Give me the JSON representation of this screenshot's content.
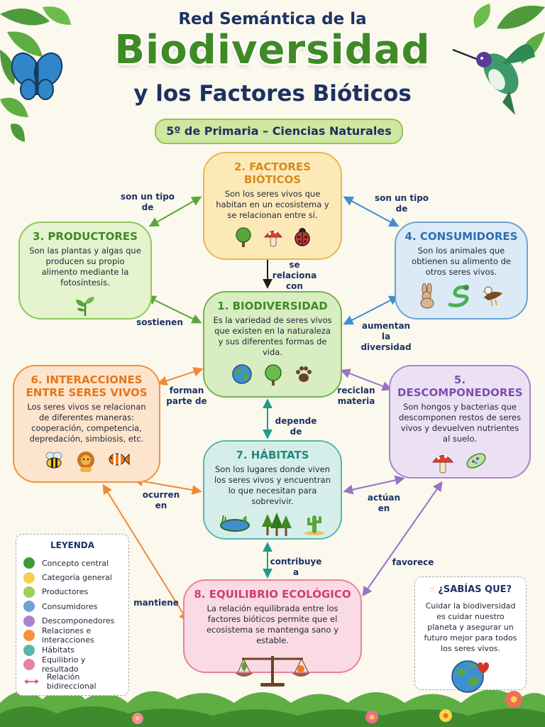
{
  "header": {
    "title_top": "Red Semántica de la",
    "title_main": "Biodiversidad",
    "title_sub": "y los Factores Bióticos",
    "grade": "5º de Primaria – Ciencias Naturales"
  },
  "nodes": {
    "factores": {
      "title": "2. FACTORES BIÓTICOS",
      "text": "Son los seres vivos que habitan en un ecosistema y se relacionan entre sí.",
      "icons": [
        "tree-icon",
        "mushroom-icon",
        "ladybug-icon"
      ]
    },
    "productores": {
      "title": "3. PRODUCTORES",
      "text": "Son las plantas y algas que producen su propio alimento mediante la fotosíntesis.",
      "icons": [
        "sprout-icon"
      ]
    },
    "consumidores": {
      "title": "4. CONSUMIDORES",
      "text": "Son los animales que obtienen su alimento de otros seres vivos.",
      "icons": [
        "rabbit-icon",
        "snake-icon",
        "eagle-icon"
      ]
    },
    "biodiversidad": {
      "title": "1. BIODIVERSIDAD",
      "text": "Es la variedad de seres vivos que existen en la naturaleza y sus diferentes formas de vida.",
      "icons": [
        "globe-icon",
        "tree-icon",
        "paw-icon"
      ]
    },
    "interacciones": {
      "title": "6. INTERACCIONES ENTRE SERES VIVOS",
      "text": "Los seres vivos se relacionan de diferentes maneras: cooperación, competencia, depredación, simbiosis, etc.",
      "icons": [
        "bee-icon",
        "lion-icon",
        "clownfish-icon"
      ]
    },
    "descomponedores": {
      "title": "5. DESCOMPONEDORES",
      "text": "Son hongos y bacterias que descomponen restos de seres vivos y devuelven nutrientes al suelo.",
      "icons": [
        "mushroom-icon",
        "bacteria-icon"
      ]
    },
    "habitats": {
      "title": "7. HÁBITATS",
      "text": "Son los lugares donde viven los seres vivos y encuentran lo que necesitan para sobrevivir.",
      "icons": [
        "pond-icon",
        "forest-icon",
        "cactus-icon"
      ]
    },
    "equilibrio": {
      "title": "8. EQUILIBRIO ECOLÓGICO",
      "text": "La relación equilibrada entre los factores bióticos permite que el ecosistema se mantenga sano y estable.",
      "icons": [
        "balance-scale-icon"
      ]
    }
  },
  "relations": {
    "r1": "son un tipo de",
    "r2": "son un tipo de",
    "r3": "se relaciona con",
    "r4": "sostienen",
    "r5": "aumentan la diversidad",
    "r6": "forman parte de",
    "r7": "reciclan materia",
    "r8": "depende de",
    "r9": "ocurren en",
    "r10": "actúan en",
    "r11": "contribuye a",
    "r12": "mantiene",
    "r13": "favorece"
  },
  "legend": {
    "title": "LEYENDA",
    "items": [
      {
        "label": "Concepto central",
        "color": "#3e9a36"
      },
      {
        "label": "Categoría general",
        "color": "#f5cf4c"
      },
      {
        "label": "Productores",
        "color": "#9bd055"
      },
      {
        "label": "Consumidores",
        "color": "#6fa3d6"
      },
      {
        "label": "Descomponedores",
        "color": "#a985cc"
      },
      {
        "label": "Relaciones e interacciones",
        "color": "#f3923c"
      },
      {
        "label": "Hábitats",
        "color": "#5bb7a8"
      },
      {
        "label": "Equilibrio y resultado",
        "color": "#e8819e"
      }
    ],
    "bidirectional": "Relación bidireccional",
    "bidirectional_color": "#d9557f"
  },
  "did_you_know": {
    "title": "¿SABÍAS QUE?",
    "text": "Cuidar la biodiversidad es cuidar nuestro planeta y asegurar un futuro mejor para todos los seres vivos."
  }
}
